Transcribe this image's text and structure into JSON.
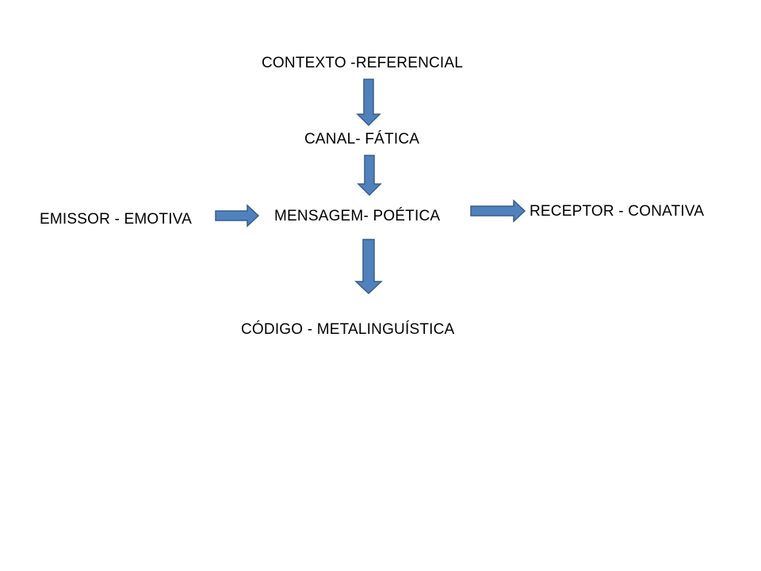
{
  "diagram": {
    "nodes": {
      "contexto": "CONTEXTO -REFERENCIAL",
      "canal": "CANAL- FÁTICA",
      "emissor": "EMISSOR - EMOTIVA",
      "mensagem": "MENSAGEM- POÉTICA",
      "receptor": "RECEPTOR - CONATIVA",
      "codigo": "CÓDIGO - METALINGUÍSTICA"
    },
    "arrow_color": "#4F81BD",
    "arrow_stroke": "#385D8A"
  }
}
